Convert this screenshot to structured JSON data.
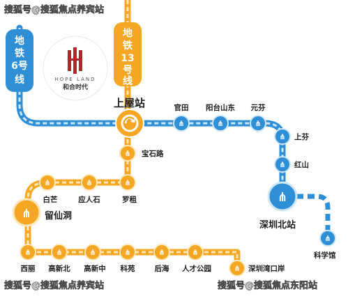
{
  "watermarks": {
    "top_left": "搜狐号@搜狐焦点养宾站",
    "bottom_left": "搜狐号@搜狐焦点养宾站",
    "bottom_right": "搜狐号@搜狐焦点东阳站"
  },
  "line_badges": {
    "line6": "地铁6号线",
    "line13": "地铁13号线"
  },
  "logo": {
    "brand_en": "HOPE LAND",
    "brand_cn": "和合时代"
  },
  "stations": {
    "shangwu": "上屋站",
    "guantian": "官田",
    "yangtai": "阳台山东",
    "yuanfen": "元芬",
    "shangfen": "上芬",
    "hongshan": "红山",
    "shenzhenbei": "深圳北站",
    "kexueguan": "科学馆",
    "baoshilu": "宝石路",
    "luozu": "罗租",
    "yingrenshi": "应人石",
    "baimang": "白芒",
    "liuxiandong": "留仙洞",
    "xili": "西丽",
    "gaoxinbei": "高新北",
    "gaoxinzhong": "高新中",
    "keyuan": "科苑",
    "houhai": "后海",
    "rencai": "人才公园",
    "wankou": "深圳湾口岸"
  },
  "colors": {
    "line6": "#2e8fd6",
    "line13": "#f5a623",
    "line6_pale": "#cfe6f7",
    "line13_pale": "#fde7b8"
  }
}
